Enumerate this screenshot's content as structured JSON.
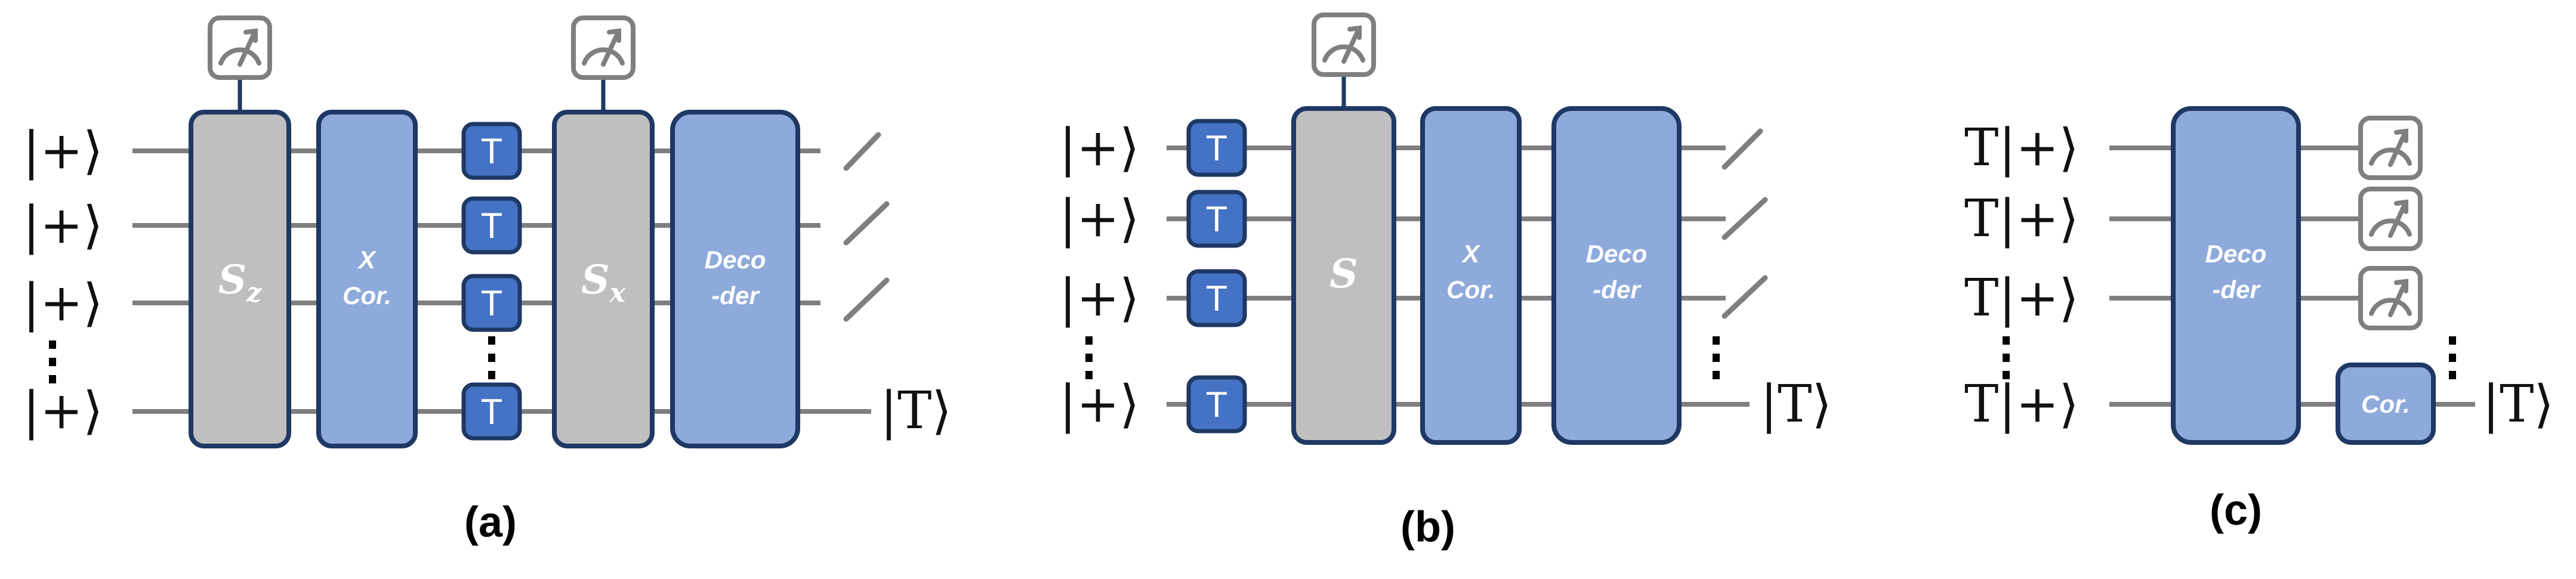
{
  "panels": [
    {
      "id": "a",
      "caption": "(a)",
      "inputs": [
        "|+⟩",
        "|+⟩",
        "|+⟩",
        "|+⟩"
      ],
      "t_gate_label": "T",
      "gates": [
        {
          "id": "sz",
          "label": "S",
          "subscript": "z"
        },
        {
          "id": "xcor",
          "line1": "X",
          "line2": "Cor."
        },
        {
          "id": "sx",
          "label": "S",
          "subscript": "x"
        },
        {
          "id": "decoder",
          "line1": "Deco",
          "line2": "-der"
        }
      ],
      "output": "|T⟩"
    },
    {
      "id": "b",
      "caption": "(b)",
      "inputs": [
        "|+⟩",
        "|+⟩",
        "|+⟩",
        "|+⟩"
      ],
      "t_gate_label": "T",
      "gates": [
        {
          "id": "s",
          "label": "S"
        },
        {
          "id": "xcor",
          "line1": "X",
          "line2": "Cor."
        },
        {
          "id": "decoder",
          "line1": "Deco",
          "line2": "-der"
        }
      ],
      "output": "|T⟩"
    },
    {
      "id": "c",
      "caption": "(c)",
      "inputs": [
        "T|+⟩",
        "T|+⟩",
        "T|+⟩",
        "T|+⟩"
      ],
      "gates": [
        {
          "id": "decoder",
          "line1": "Deco",
          "line2": "-der"
        },
        {
          "id": "cor",
          "line1": "Cor."
        }
      ],
      "output": "|T⟩"
    }
  ],
  "icons": [
    "measurement-meter-icon",
    "discard-slash-icon",
    "vertical-ellipsis-icon"
  ],
  "colors": {
    "wire": "#7f7f7f",
    "gray_gate": "#bfbfbf",
    "light_blue_gate": "#8eaadb",
    "t_gate": "#4472c4",
    "outline": "#1f3864"
  }
}
